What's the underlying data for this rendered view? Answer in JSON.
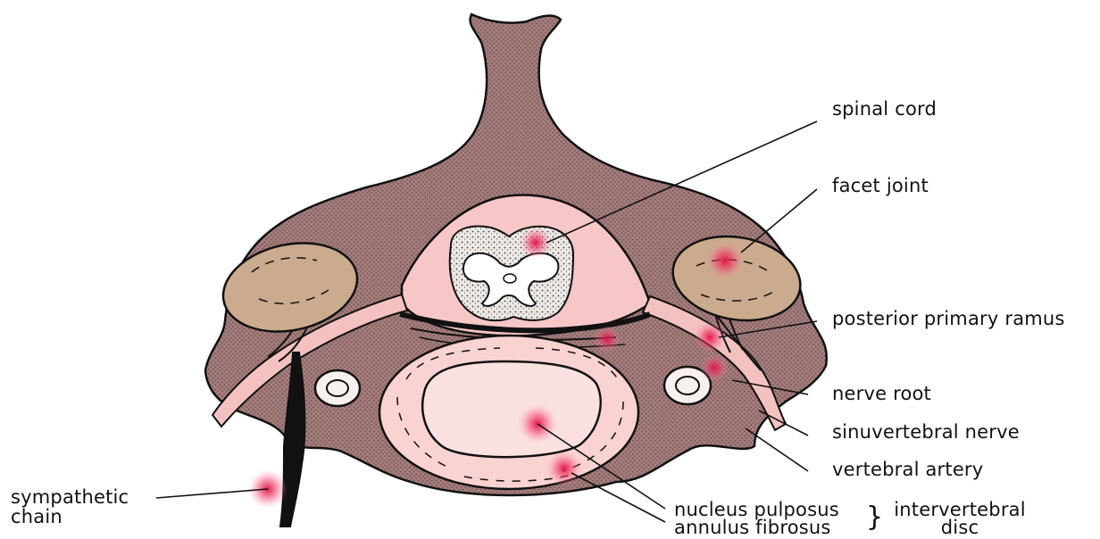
{
  "labels": {
    "spinal_cord": "spinal cord",
    "facet_joint": "facet joint",
    "posterior_primary_ramus": "posterior primary ramus",
    "nerve_root": "nerve root",
    "sinuvertebral_nerve": "sinuvertebral nerve",
    "vertebral_artery": "vertebral artery",
    "sympathetic_line1": "sympathetic",
    "sympathetic_line2": "chain",
    "nucleus_pulposus": "nucleus pulposus",
    "annulus_fibrosus": "annulus fibrosus",
    "intervertebral_line1": "intervertebral",
    "intervertebral_line2": "disc",
    "brace": "}"
  },
  "colors": {
    "bone": "#a07a7a",
    "canal": "#f7c6c6",
    "disc_ring": "#f9d2d2",
    "disc_inner": "#fbe0e0",
    "facet": "#cbab8d",
    "cord": "#e8e4e0",
    "hotspot": "#e01040",
    "outline": "#111111"
  }
}
